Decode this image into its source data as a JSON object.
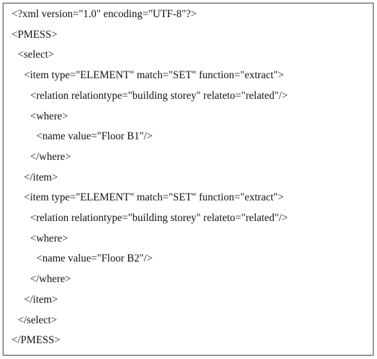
{
  "code": {
    "lines": [
      {
        "text": "<?xml version=\"1.0\" encoding=\"UTF-8\"?>",
        "indent": 0
      },
      {
        "text": "<PMESS>",
        "indent": 0
      },
      {
        "text": "<select>",
        "indent": 1
      },
      {
        "text": "<item type=\"ELEMENT\" match=\"SET\" function=\"extract\">",
        "indent": 2
      },
      {
        "text": "<relation relationtype=\"building storey\" relateto=\"related\"/>",
        "indent": 3
      },
      {
        "text": "<where>",
        "indent": 3
      },
      {
        "text": "<name value=\"Floor B1\"/>",
        "indent": 4
      },
      {
        "text": "</where>",
        "indent": 3
      },
      {
        "text": "</item>",
        "indent": 2
      },
      {
        "text": "<item type=\"ELEMENT\" match=\"SET\" function=\"extract\">",
        "indent": 2
      },
      {
        "text": "<relation relationtype=\"building storey\" relateto=\"related\"/>",
        "indent": 3
      },
      {
        "text": "<where>",
        "indent": 3
      },
      {
        "text": "<name value=\"Floor B2\"/>",
        "indent": 4
      },
      {
        "text": "</where>",
        "indent": 3
      },
      {
        "text": "</item>",
        "indent": 2
      },
      {
        "text": "</select>",
        "indent": 1
      },
      {
        "text": "</PMESS>",
        "indent": 0
      }
    ]
  }
}
